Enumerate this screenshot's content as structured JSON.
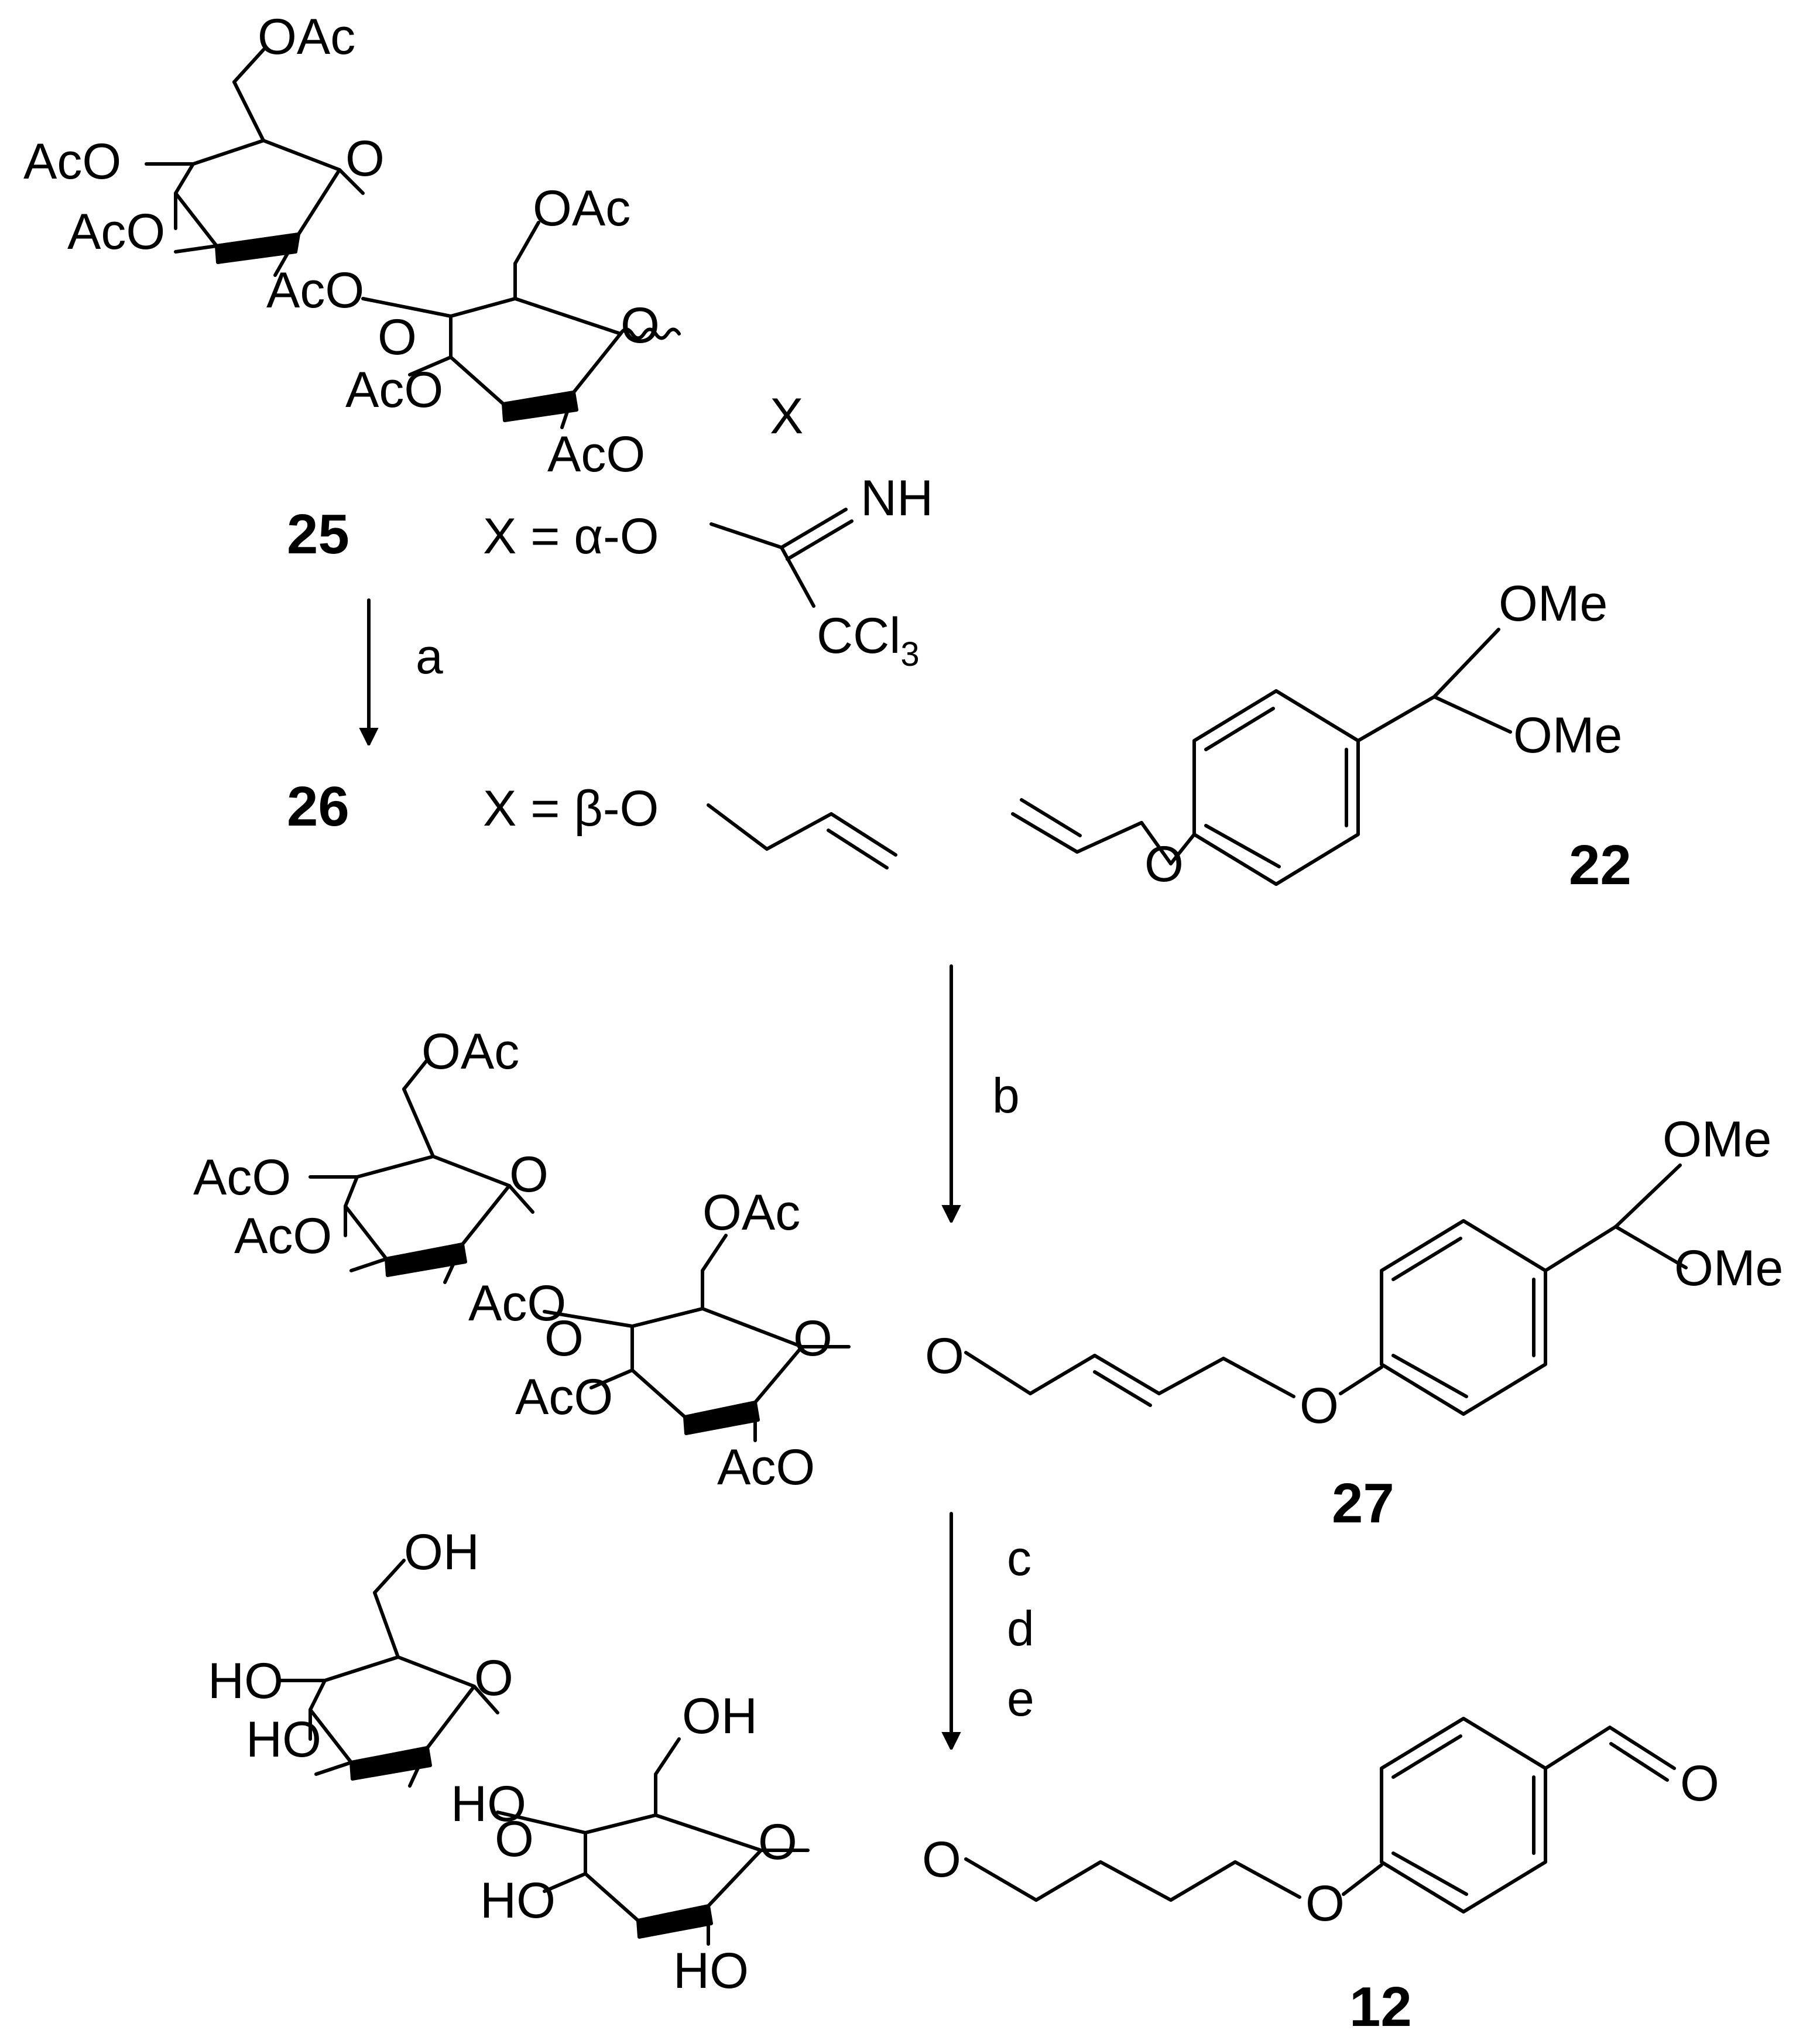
{
  "compounds": {
    "c25": {
      "number": "25",
      "groups": {
        "oac6": "OAc",
        "oac4": "AcO",
        "oac3": "AcO",
        "oac2": "AcO",
        "oglyc": "O",
        "ring_o": "O",
        "oac6b": "OAc",
        "ring_ob": "O",
        "oac3b": "AcO",
        "oac2b": "AcO",
        "x": "X"
      },
      "x_def": {
        "text": "X = α-O",
        "nh": "NH",
        "ccl": "CCl",
        "ccl_sub": "3"
      }
    },
    "c26": {
      "number": "26",
      "x_def": "X = β-O"
    },
    "c22": {
      "number": "22",
      "ome1": "OMe",
      "ome2": "OMe",
      "o": "O"
    },
    "c27": {
      "number": "27",
      "groups": {
        "oac6": "OAc",
        "oac4": "AcO",
        "oac3": "AcO",
        "oac2": "AcO",
        "oglyc": "O",
        "ring_o": "O",
        "oac6b": "OAc",
        "ring_ob": "O",
        "oac3b": "AcO",
        "oac2b": "AcO",
        "oanom": "O",
        "oaryl": "O",
        "ome1": "OMe",
        "ome2": "OMe"
      }
    },
    "c12": {
      "number": "12",
      "groups": {
        "oh6": "OH",
        "oh4": "HO",
        "oh3": "HO",
        "oh2": "HO",
        "oglyc": "O",
        "ring_o": "O",
        "oh6b": "OH",
        "ring_ob": "O",
        "oh3b": "HO",
        "oh2b": "HO",
        "oanom": "O",
        "oaryl": "O",
        "cho": "O"
      }
    }
  },
  "reagents": {
    "a": "a",
    "b": "b",
    "c": "c",
    "d": "d",
    "e": "e"
  }
}
